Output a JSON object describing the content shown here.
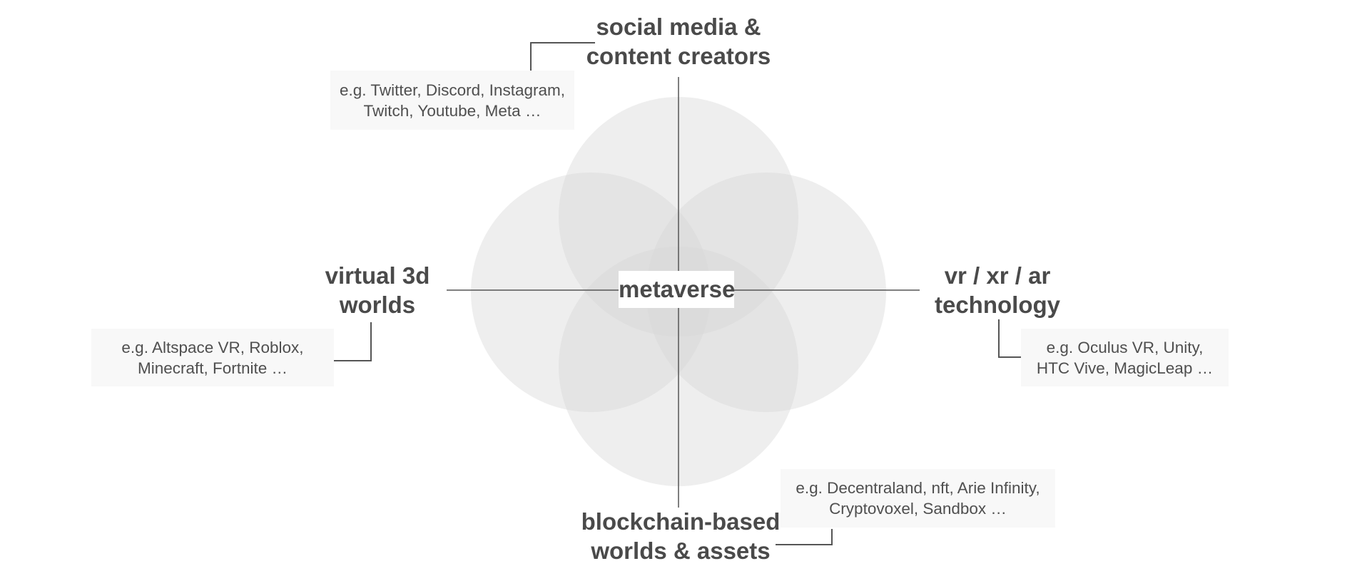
{
  "center": {
    "label": "metaverse"
  },
  "categories": [
    {
      "id": "social",
      "title_lines": [
        "social media &",
        "content creators"
      ],
      "example_lines": [
        "e.g. Twitter, Discord, Instagram,",
        "Twitch, Youtube, Meta …"
      ]
    },
    {
      "id": "virtual",
      "title_lines": [
        "virtual 3d",
        "worlds"
      ],
      "example_lines": [
        "e.g. Altspace VR, Roblox,",
        "Minecraft, Fortnite …"
      ]
    },
    {
      "id": "vr",
      "title_lines": [
        "vr / xr / ar",
        "technology"
      ],
      "example_lines": [
        "e.g. Oculus VR, Unity,",
        "HTC Vive, MagicLeap …"
      ]
    },
    {
      "id": "blockchain",
      "title_lines": [
        "blockchain-based",
        "worlds & assets"
      ],
      "example_lines": [
        "e.g. Decentraland, nft, Arie Infinity,",
        "Cryptovoxel, Sandbox …"
      ]
    }
  ],
  "colors": {
    "circle_fill": "#d6d6d6",
    "line": "#555555",
    "heading_text": "#4a4a4a",
    "example_text": "#4f4f4f",
    "example_box": "#f8f8f8"
  }
}
